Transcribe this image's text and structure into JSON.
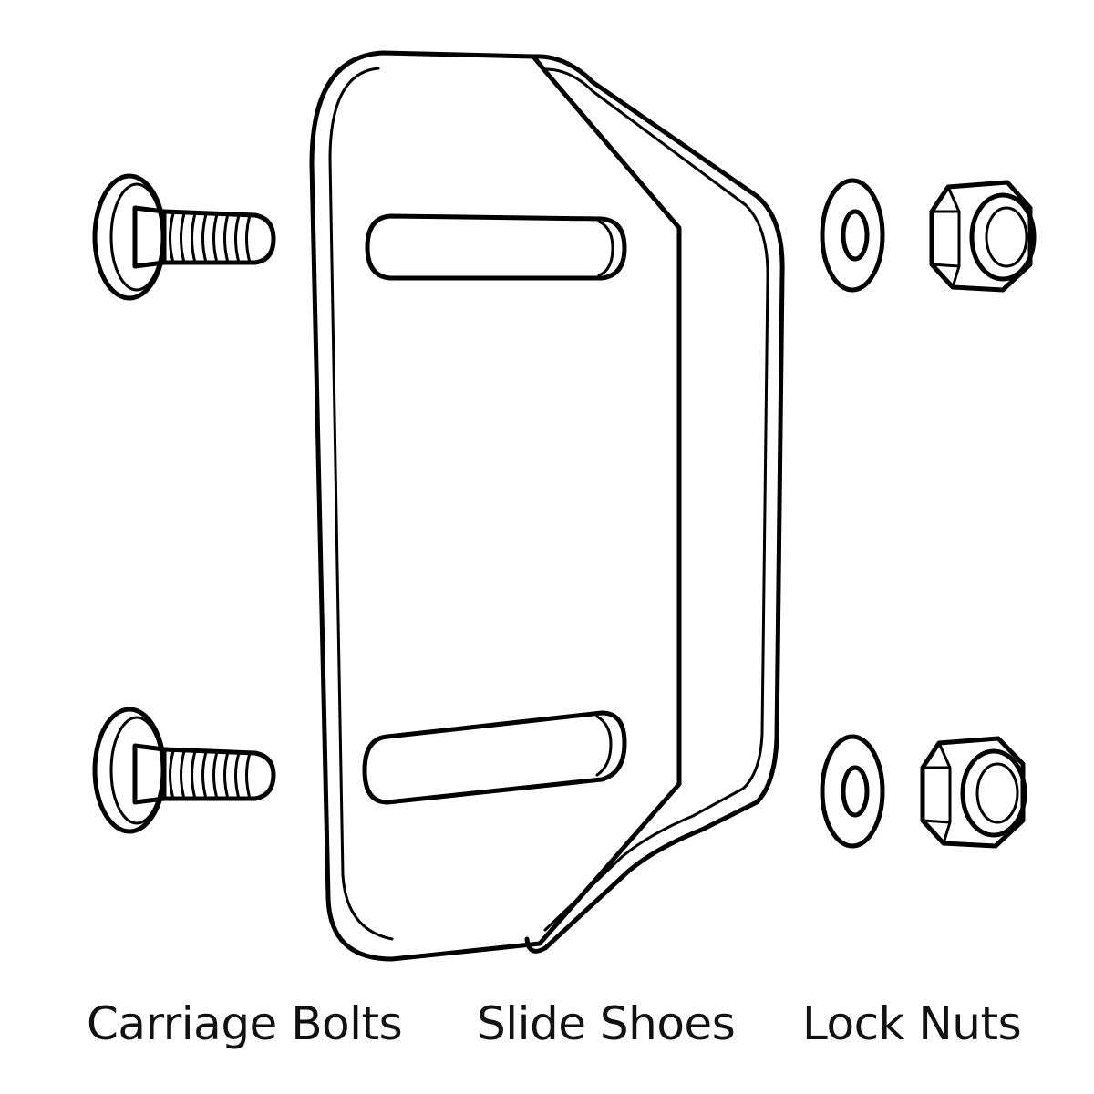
{
  "labels": {
    "carriage_bolts": "Carriage Bolts",
    "slide_shoes": "Slide Shoes",
    "lock_nuts": "Lock Nuts"
  },
  "parts": {
    "carriage_bolt_count": 2,
    "washer_count": 2,
    "lock_nut_count": 2,
    "slide_shoe_count": 1
  },
  "colors": {
    "line": "#000000",
    "background": "#ffffff"
  }
}
